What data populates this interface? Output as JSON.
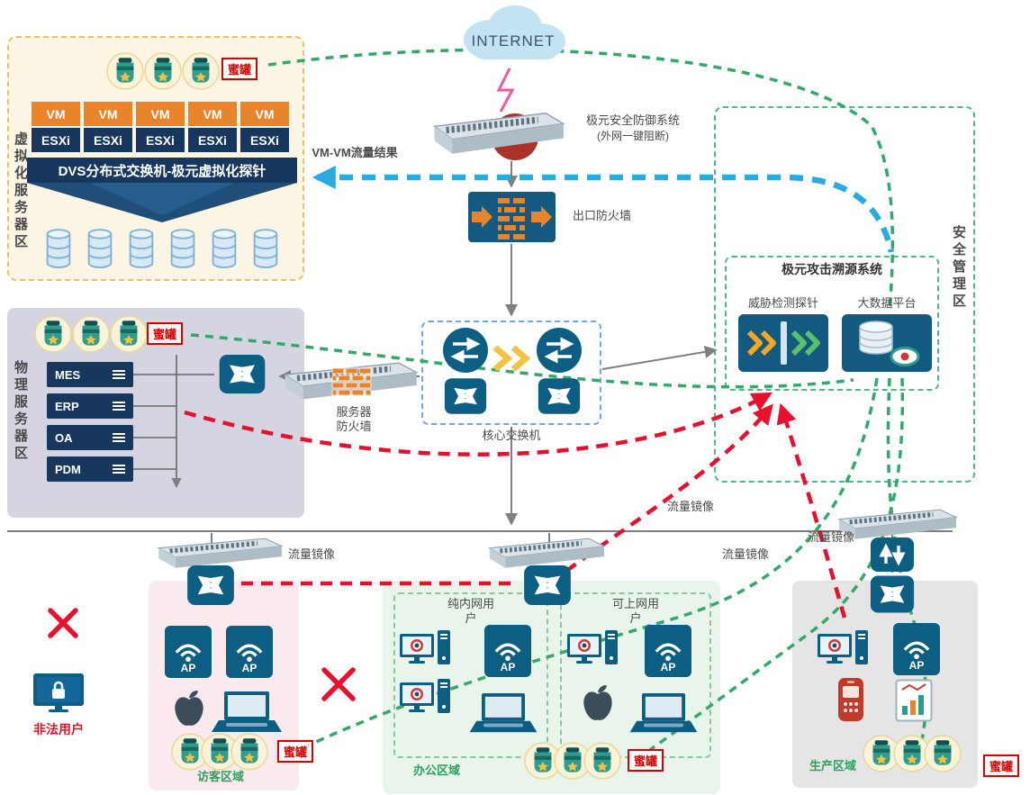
{
  "labels": {
    "internet": "INTERNET",
    "defense_title": "极元安全防御系统",
    "defense_subtitle": "(外网一键阻断)",
    "exit_firewall": "出口防火墙",
    "core_switch": "核心交换机",
    "vm_traffic": "VM-VM流量结果",
    "traffic_mirror": "流量镜像",
    "honeypot": "蜜罐",
    "ap": "AP",
    "illegal_user": "非法用户",
    "server_firewall_line1": "服务器",
    "server_firewall_line2": "防火墙"
  },
  "zones": {
    "virtualization": {
      "name": "虚拟化服务器区",
      "vm_label": "VM",
      "esxi_label": "ESXi",
      "dvs_banner": "DVS分布式交换机-极元虚拟化探针"
    },
    "physical": {
      "name": "物理服务器区",
      "servers": [
        "MES",
        "ERP",
        "OA",
        "PDM"
      ]
    },
    "security": {
      "name": "安全管理区",
      "trace_system_title": "极元攻击溯源系统",
      "probe_label": "威胁检测探针",
      "bigdata_label": "大数据平台"
    },
    "visitor": {
      "name": "访客区域"
    },
    "office": {
      "name": "办公区域",
      "intranet_users": "纯内网用户",
      "internet_users": "可上网用户"
    },
    "production": {
      "name": "生产区域"
    }
  },
  "colors": {
    "navy": "#17375E",
    "device_blue": "#0C5E83",
    "orange": "#E8842C",
    "green_dash": "#33A969",
    "red_dash": "#E8112D",
    "blue_dash": "#29ABE2",
    "zone_green_text": "#2E9E5B"
  }
}
